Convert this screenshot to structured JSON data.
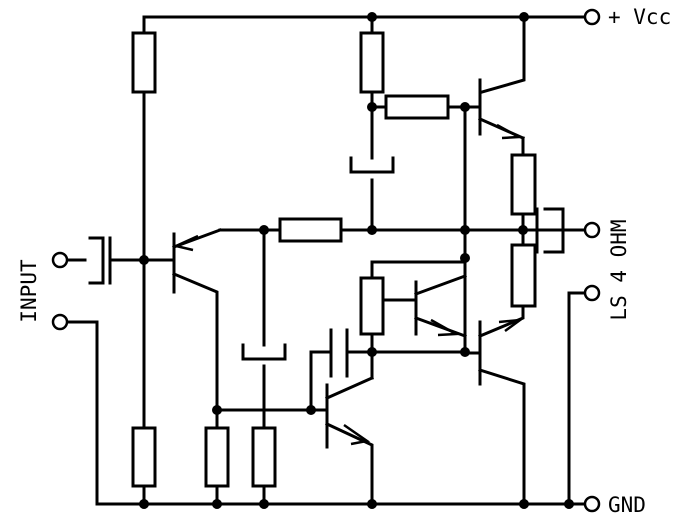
{
  "labels": {
    "vcc": "+ Vcc",
    "gnd": "GND",
    "input": "INPUT",
    "speaker": "LS 4 OHM"
  }
}
